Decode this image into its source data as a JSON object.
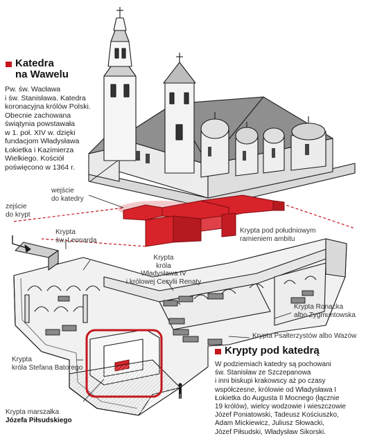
{
  "colors": {
    "accent": "#c4161c",
    "crypt_red": "#d8232a",
    "dashed_line": "#c4161c",
    "stone": "#f0f0f0",
    "outline": "#1a1a1a"
  },
  "cathedral": {
    "heading": "Katedra\nna Wawelu",
    "description": "Pw. św. Wacława\ni św. Stanisława. Katedra\nkoronacyjna królów Polski.\nObecnie zachowana\nświątynia powstawała\nw 1. poł. XIV w. dzięki\nfundacjom Władysława\nŁokietka i Kazimierza\nWielkiego. Kościół\npoświęcono w 1364 r."
  },
  "labels": {
    "entrance_cathedral": "wejście\ndo katedry",
    "descent_crypt": "zejście\ndo krypt",
    "crypt_leonard": "Krypta\nśw. Leonarda",
    "crypt_wladyslaw": "Krypta\nkróla\nWładysława IV\ni królowej Cecylii Renaty",
    "crypt_south": "Krypta pod południowym\nramieniem ambitu",
    "crypt_ronacka": "Krypta Ronacka\nalbo Zygmuntowska",
    "crypt_psalterzystow": "Krypta Psałterzystów albo Wazów",
    "crypt_batory": "Krypta\nkróla Stefana Batorego",
    "crypt_pilsudski_prefix": "Krypta marszałka",
    "crypt_pilsudski_name": "Józefa Piłsudskiego"
  },
  "crypts_section": {
    "heading": "Krypty pod katedrą",
    "description": "W podziemiach katedry są pochowani\nśw. Stanisław ze Szczepanowa\ni inni biskupi krakowscy aż po czasy\nwspółczesne, królowie od Władysława I\nŁokietka do Augusta II Mocnego (łącznie\n19 królów), wielcy wodzowie i wieszczowie\nJózef Poniatowski, Tadeusz Kościuszko,\nAdam Mickiewicz, Juliusz Słowacki,\nJózef Piłsudski, Władysław Sikorski."
  },
  "illustration": {
    "cathedral_drawing": "cathedral-icon",
    "crypt_plan": "crypt-plan-icon",
    "sarcophagus": "sarcophagus-icon",
    "visitor_figure": "person-icon"
  }
}
